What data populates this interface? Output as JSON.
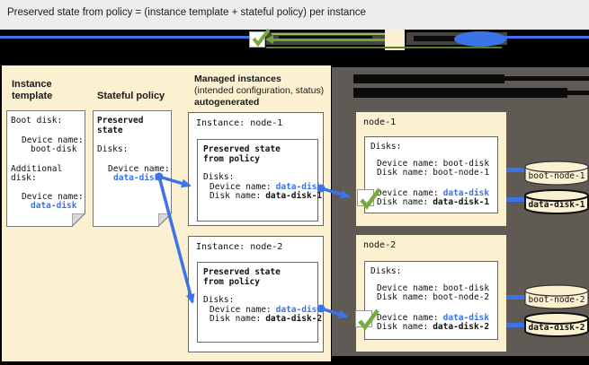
{
  "title": "Preserved state from policy = (instance template + stateful policy) per instance",
  "colors": {
    "accent_blue": "#3B73E8",
    "check_green": "#76AC3F",
    "panel_cream": "#FBF0D0",
    "panel_dark": "#5F5B54"
  },
  "left": {
    "template_heading": "Instance template",
    "policy_heading": "Stateful policy",
    "template_doc": {
      "boot_disk_label": "Boot disk:",
      "boot_device_label": "Device name:",
      "boot_device_value": "boot-disk",
      "additional_disk_label": "Additional disk:",
      "data_device_label": "Device name:",
      "data_device_value": "data-disk"
    },
    "policy_doc": {
      "preserved_state_label": "Preserved state",
      "disks_label": "Disks:",
      "device_label": "Device name:",
      "device_value": "data-disk"
    }
  },
  "middle": {
    "heading_line1": "Managed instances",
    "heading_line2": "(intended configuration, status)",
    "heading_line3": "autogenerated",
    "node1": {
      "title": "Instance: node-1",
      "preserved_line1": "Preserved state",
      "preserved_line2": "from policy",
      "disks_label": "Disks:",
      "device_label": "Device name:",
      "device_value": "data-disk",
      "disk_label": "Disk name:",
      "disk_value": "data-disk-1"
    },
    "node2": {
      "title": "Instance: node-2",
      "preserved_line1": "Preserved state",
      "preserved_line2": "from policy",
      "disks_label": "Disks:",
      "device_label": "Device name:",
      "device_value": "data-disk",
      "disk_label": "Disk name:",
      "disk_value": "data-disk-2"
    }
  },
  "right": {
    "node1": {
      "title": "node-1",
      "disks_label": "Disks:",
      "boot_device_label": "Device name:",
      "boot_device_value": "boot-disk",
      "boot_disk_label": "Disk name:",
      "boot_disk_value": "boot-node-1",
      "data_device_label": "Device name:",
      "data_device_value": "data-disk",
      "data_disk_label": "Disk name:",
      "data_disk_value": "data-disk-1"
    },
    "node2": {
      "title": "node-2",
      "disks_label": "Disks:",
      "boot_device_label": "Device name:",
      "boot_device_value": "boot-disk",
      "boot_disk_label": "Disk name:",
      "boot_disk_value": "boot-node-2",
      "data_device_label": "Device name:",
      "data_device_value": "data-disk",
      "data_disk_label": "Disk name:",
      "data_disk_value": "data-disk-2"
    },
    "disks": {
      "boot1": "boot-node-1",
      "data1": "data-disk-1",
      "boot2": "boot-node-2",
      "data2": "data-disk-2"
    }
  }
}
